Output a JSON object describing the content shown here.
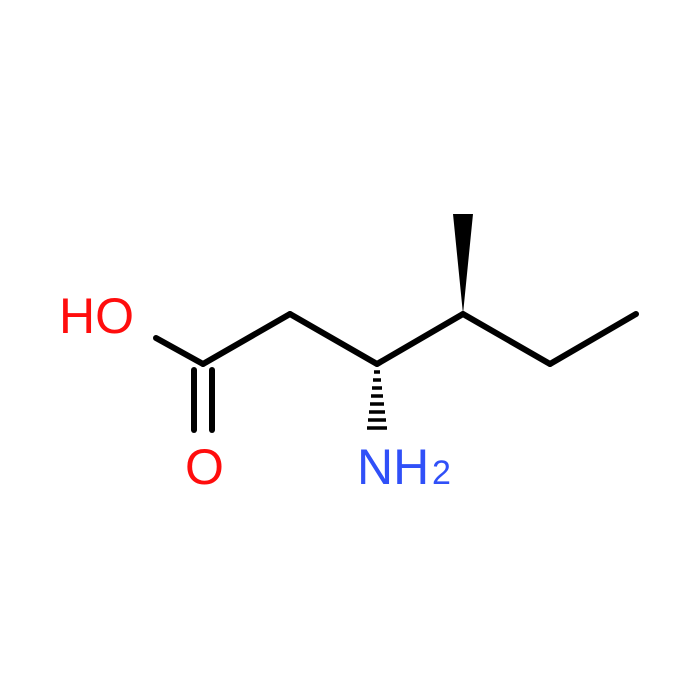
{
  "molecule": {
    "atoms": {
      "hydroxyl": {
        "text": "HO",
        "color": "#ff0d0d"
      },
      "carbonyl_oxygen": {
        "text": "O",
        "color": "#ff0d0d"
      },
      "amine": {
        "text": "NH",
        "subscript": "2",
        "color": "#3050f8"
      }
    },
    "bond_color": "#000000"
  }
}
